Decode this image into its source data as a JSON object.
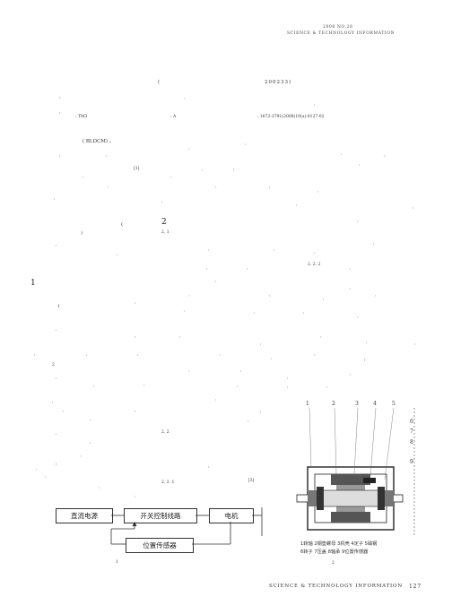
{
  "header": {
    "issue": "2008 NO.28",
    "journal": "SCIENCE & TECHNOLOGY INFORMATION"
  },
  "author_info": {
    "paren_open": "(",
    "postcode": "200233)"
  },
  "classification": {
    "clc": ": TM3",
    "doc_code": ": A",
    "article_id": ": 1672-3791(2008)10(a)-0127-02"
  },
  "body_text": {
    "bldcm": "(     BLDCM) 。",
    "cite_1": "[1]",
    "section_open": "(",
    "sec_2": "2",
    "sec_2_1": "2. 1",
    "sec_2_2_2": "2. 2. 2",
    "sec_1": "1",
    "fig1_ref": "1",
    "sec_2_lower": "2",
    "sec_2_2": "2. 2",
    "sec_2_2_1": "2. 2. 1",
    "cite_3": "[3]"
  },
  "figure1": {
    "box_power": "直流电源",
    "box_switch": "开关控制线路",
    "box_motor": "电机",
    "box_sensor": "位置传感器",
    "number": "1"
  },
  "figure2": {
    "labels_top": [
      "1",
      "2",
      "3",
      "4",
      "5"
    ],
    "labels_right": [
      "6",
      "7",
      "8",
      "9"
    ],
    "caption_line1": "1转轴 2钢垫螺母 3机壳 4定子 5磁钢",
    "caption_line2": "6转子 7压盖 8轴承 9位置传感器",
    "number": "2"
  },
  "footer": {
    "journal": "SCIENCE & TECHNOLOGY INFORMATION",
    "page": "127"
  }
}
